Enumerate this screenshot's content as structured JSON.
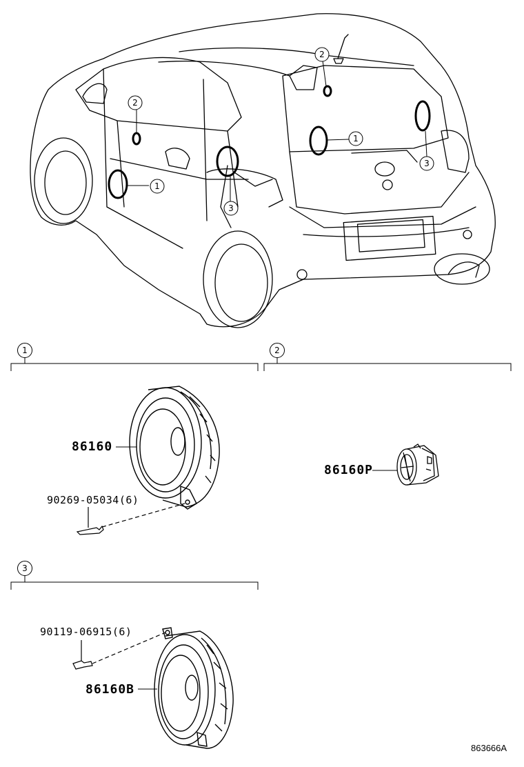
{
  "callouts": [
    "1",
    "2",
    "3"
  ],
  "sections": [
    {
      "number": "1"
    },
    {
      "number": "2"
    },
    {
      "number": "3"
    }
  ],
  "parts": {
    "front_speaker": "86160",
    "front_speaker_screw": "90269-05034(6)",
    "tweeter": "86160P",
    "rear_speaker_screw": "90119-06915(6)",
    "rear_speaker": "86160B"
  },
  "diagram_code": "863666A"
}
